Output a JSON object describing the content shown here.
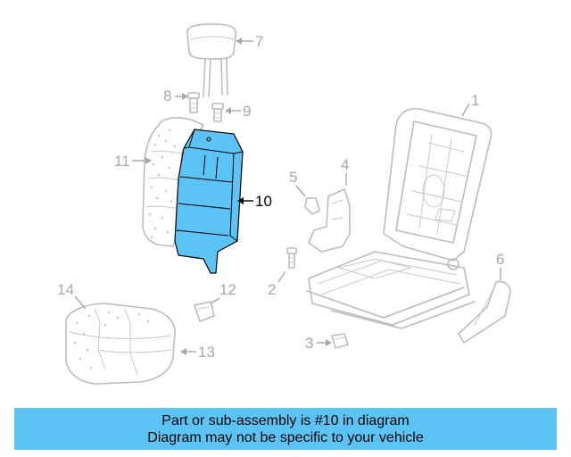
{
  "diagram": {
    "highlight_color": "#5bc4f5",
    "callouts": [
      {
        "id": "1",
        "label": "1"
      },
      {
        "id": "2",
        "label": "2"
      },
      {
        "id": "3",
        "label": "3"
      },
      {
        "id": "4",
        "label": "4"
      },
      {
        "id": "5",
        "label": "5"
      },
      {
        "id": "6",
        "label": "6"
      },
      {
        "id": "7",
        "label": "7"
      },
      {
        "id": "8",
        "label": "8"
      },
      {
        "id": "9",
        "label": "9"
      },
      {
        "id": "10",
        "label": "10"
      },
      {
        "id": "11",
        "label": "11"
      },
      {
        "id": "12",
        "label": "12"
      },
      {
        "id": "13",
        "label": "13"
      },
      {
        "id": "14",
        "label": "14"
      }
    ],
    "highlighted_part": "10"
  },
  "banner": {
    "line1": "Part or sub-assembly is #10 in diagram",
    "line2": "Diagram may not be specific to your vehicle",
    "background": "#5bc4f5"
  }
}
